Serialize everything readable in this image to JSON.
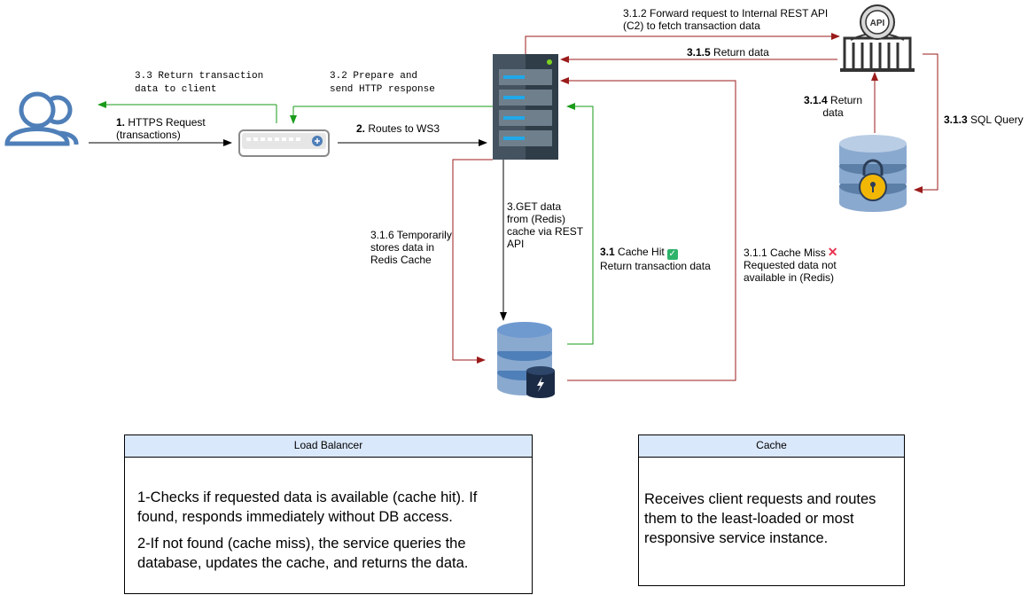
{
  "labels": {
    "https_request_num": "1.",
    "https_request_text": "HTTPS Request\n(transactions)",
    "routes_num": "2.",
    "routes_text": "Routes to WS3",
    "return_to_client": "3.3 Return transaction\ndata to client",
    "prepare_response": "3.2 Prepare and\nsend HTTP response",
    "forward_request": "3.1.2 Forward request to Internal REST API\n(C2) to fetch transaction data",
    "return_data_num": "3.1.5",
    "return_data_text": "Return data",
    "return_data_db_num": "3.1.4",
    "return_data_db_text": "Return\ndata",
    "sql_query_num": "3.1.3",
    "sql_query_text": "SQL Query",
    "get_data": "3.GET data\nfrom (Redis)\ncache via REST\nAPI",
    "temp_store": "3.1.6 Temporarily\nstores data in\nRedis Cache",
    "cache_hit_num": "3.1",
    "cache_hit_text": "Cache Hit",
    "cache_hit_sub": "Return transaction data",
    "cache_miss_text": "3.1.1 Cache Miss",
    "cache_miss_sub": "Requested data not\navailable in (Redis)"
  },
  "boxes": {
    "load_balancer": {
      "title": "Load Balancer",
      "paragraphs": [
        "1-Checks if requested data is available (cache hit). If found, responds immediately without DB access.",
        "2-If not found (cache miss), the service queries the database, updates the cache, and returns the data."
      ]
    },
    "cache": {
      "title": "Cache",
      "paragraphs": [
        "Receives client requests and routes them to the least-loaded or most responsive service instance."
      ]
    }
  },
  "icons": {
    "api_gateway": "API",
    "users": "users-icon",
    "load_balancer": "load-balancer-icon",
    "server": "server-icon",
    "database": "secure-database-icon",
    "cache": "redis-cache-icon"
  },
  "colors": {
    "black_arrow": "#000000",
    "green_arrow": "#1a9b1a",
    "red_arrow": "#9b1b1b",
    "icon_blue": "#4f7fb8",
    "header_fill": "#dae8fc"
  }
}
